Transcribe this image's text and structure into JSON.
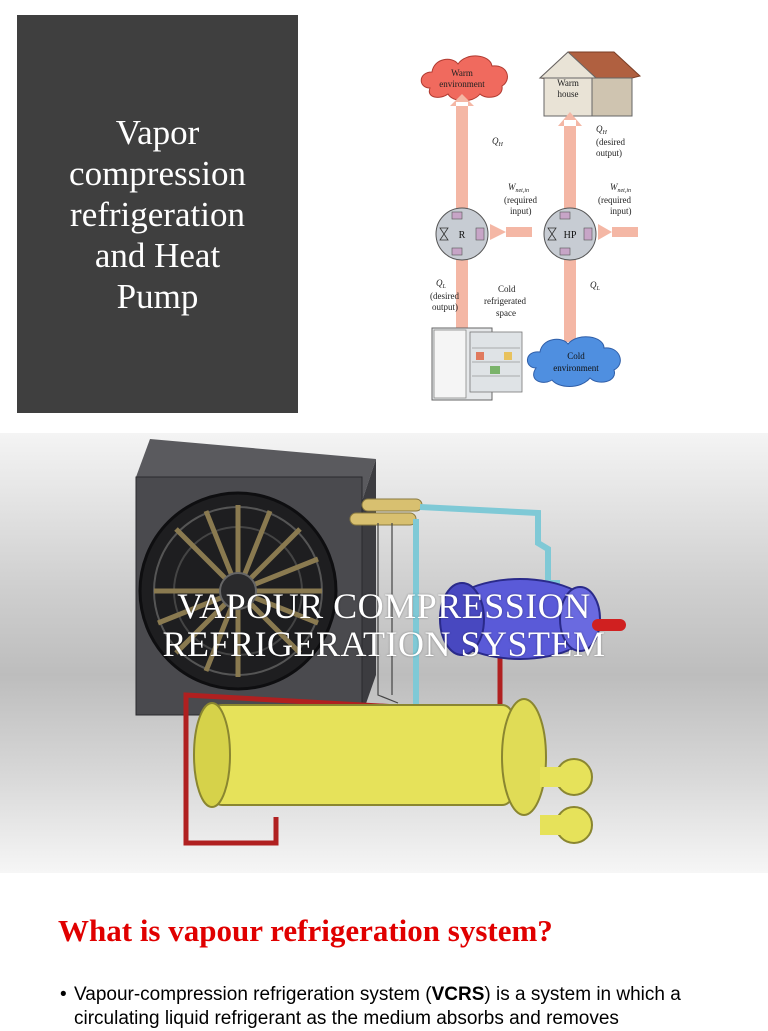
{
  "slide1": {
    "title_lines": [
      "Vapor",
      "compression",
      "refrigeration",
      "and Heat",
      "Pump"
    ],
    "diagram": {
      "warm_environment": [
        "Warm",
        "environment"
      ],
      "warm_house": [
        "Warm",
        "house"
      ],
      "qh_left": "Q",
      "qh_left_sub": "H",
      "qh_right": "Q",
      "qh_right_sub": "H",
      "qh_right_note": [
        "(desired",
        "output)"
      ],
      "wnet_left": "W",
      "wnet_left_sub": "net,in",
      "wnet_left_note": [
        "(required",
        "input)"
      ],
      "wnet_right": "W",
      "wnet_right_sub": "net,in",
      "wnet_right_note": [
        "(required",
        "input)"
      ],
      "r_label": "R",
      "hp_label": "HP",
      "ql_left": "Q",
      "ql_left_sub": "L",
      "ql_left_note": [
        "(desired",
        "output)"
      ],
      "cold_space": [
        "Cold",
        "refrigerated",
        "space"
      ],
      "ql_right": "Q",
      "ql_right_sub": "L",
      "cold_environment": [
        "Cold",
        "environment"
      ]
    }
  },
  "slide2": {
    "title_lines": [
      "VAPOUR  COMPRESSION",
      "REFRIGERATION SYSTEM"
    ]
  },
  "slide3": {
    "question": "What is  vapour refrigeration system?",
    "bullet_mark": "•",
    "bullet_pre": "Vapour-compression refrigeration system (",
    "bullet_bold": "VCRS",
    "bullet_post": ") is a system in which a circulating liquid refrigerant as the medium absorbs and removes"
  },
  "colors": {
    "title_box": "#3f3f3f",
    "question_red": "#e00000",
    "arrow_pink": "#f4b7a5",
    "cloud_red": "#f06a5e",
    "cloud_blue": "#4f8fe0",
    "condenser_tank": "#e6e25a",
    "compressor": "#5a5ad8",
    "pipe_cyan": "#7fc9d6",
    "pipe_red": "#b02020"
  }
}
